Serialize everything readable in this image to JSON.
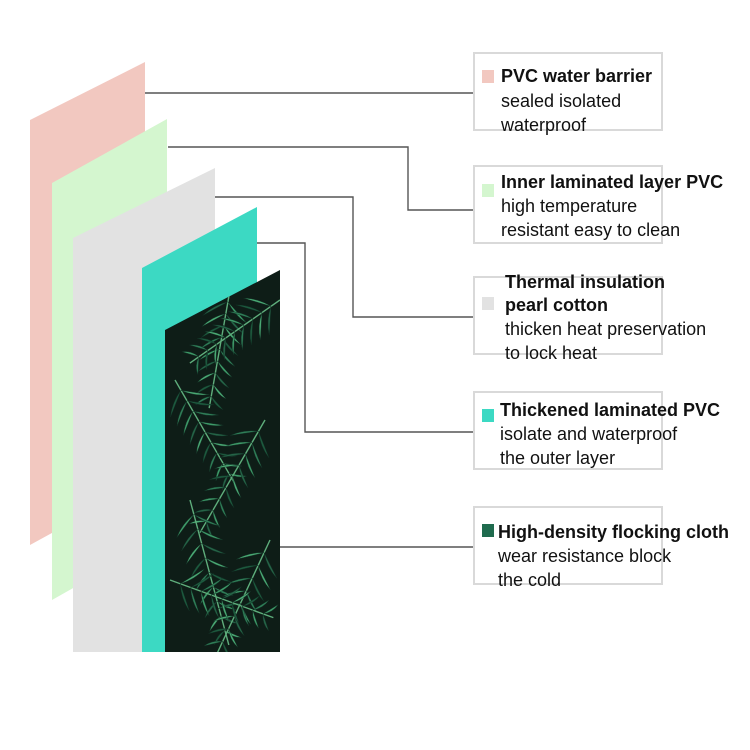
{
  "colors": {
    "pvc_water_barrier": "#f2c8c0",
    "inner_laminated": "#d4f6cf",
    "pearl_cotton": "#e2e2e2",
    "thickened_laminated": "#3cd9c3",
    "flocking_cloth": "#1f6b4e",
    "connector": "#555555",
    "box_border": "#d9d9d9"
  },
  "layers": [
    {
      "swatch_color": "#f2c8c0",
      "title": "PVC water barrier",
      "lines": [
        "sealed isolated",
        "waterproof"
      ]
    },
    {
      "swatch_color": "#d4f6cf",
      "title": "Inner laminated layer PVC",
      "lines": [
        "high temperature",
        "resistant easy to clean"
      ]
    },
    {
      "swatch_color": "#e2e2e2",
      "title": "Thermal insulation",
      "title2": "pearl cotton",
      "lines": [
        "thicken heat preservation",
        "to lock heat"
      ]
    },
    {
      "swatch_color": "#3cd9c3",
      "title": "Thickened laminated PVC",
      "lines": [
        "isolate and waterproof",
        "the outer layer"
      ]
    },
    {
      "swatch_color": "#1f6b4e",
      "title": "High-density flocking cloth",
      "lines": [
        "wear resistance block",
        "the cold"
      ]
    }
  ],
  "icons": {
    "leaf_pattern": "tropical-leaf-pattern"
  }
}
